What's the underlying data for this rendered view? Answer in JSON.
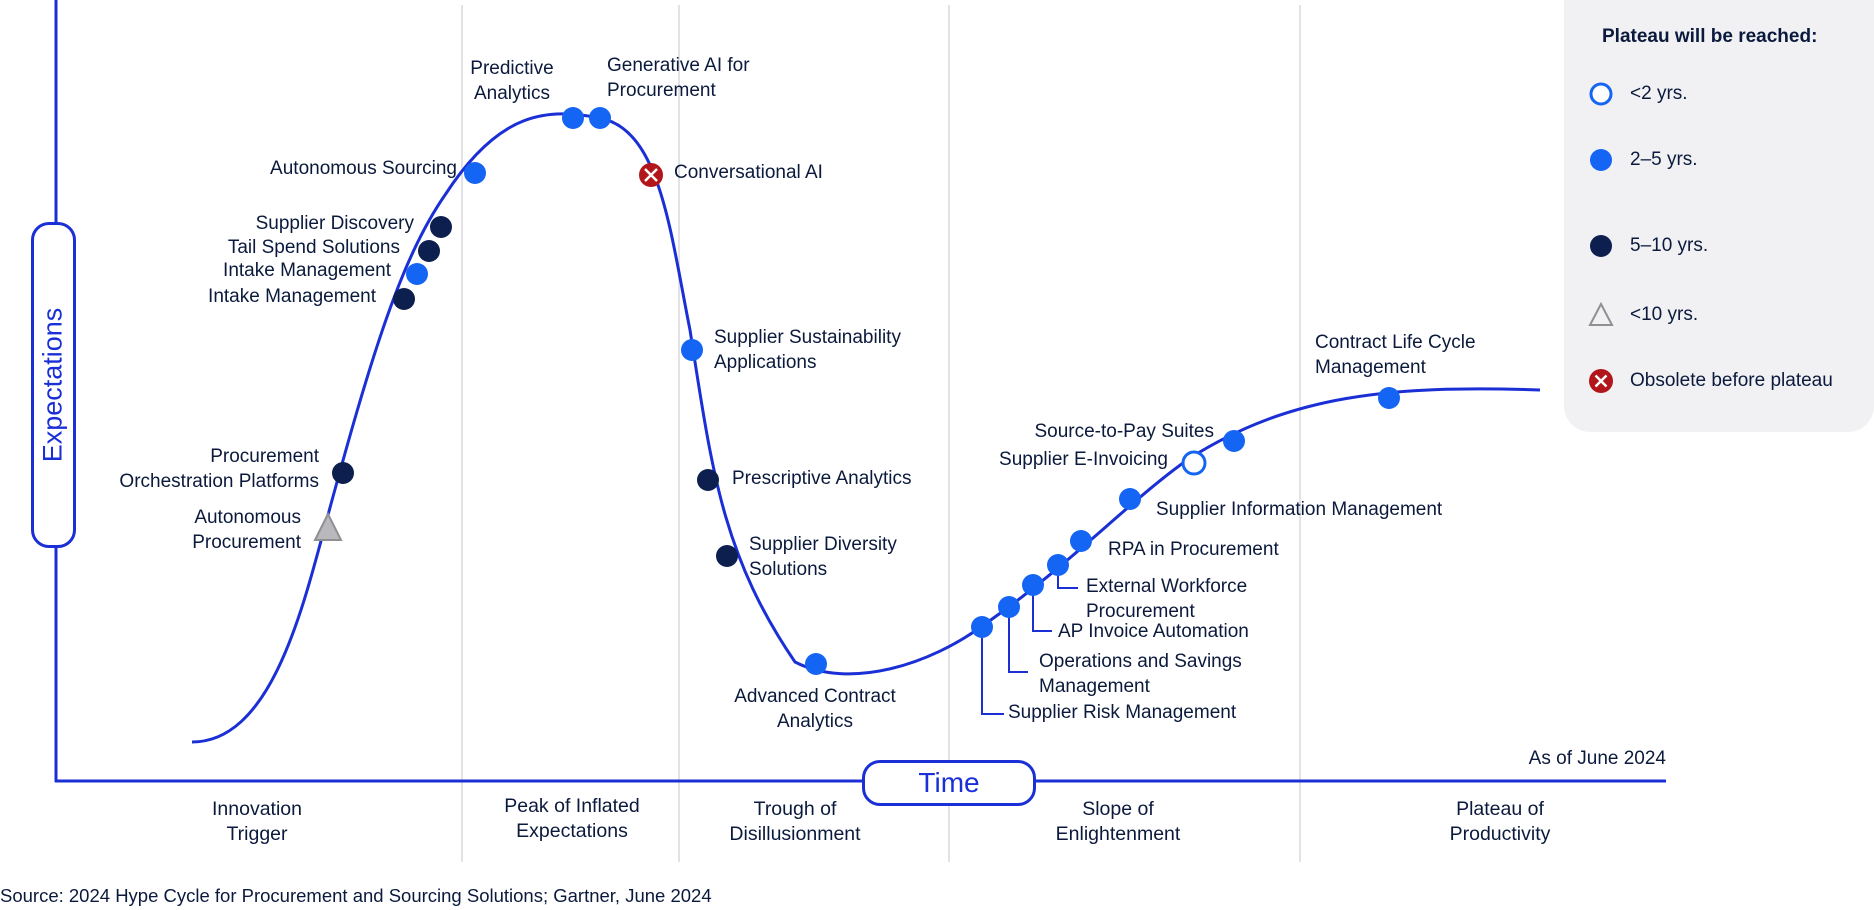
{
  "axes": {
    "y_label": "Expectations",
    "x_label": "Time",
    "as_of": "As of June 2024"
  },
  "phases": [
    "Innovation\nTrigger",
    "Peak of Inflated\nExpectations",
    "Trough of\nDisillusionment",
    "Slope of\nEnlightenment",
    "Plateau of\nProductivity"
  ],
  "source": "Source: 2024 Hype Cycle for Procurement and Sourcing Solutions; Gartner, June 2024",
  "legend": {
    "title": "Plateau will be reached:",
    "items": [
      {
        "label": "<2 yrs.",
        "symbol": "open-circle"
      },
      {
        "label": "2–5 yrs.",
        "symbol": "blue-dot"
      },
      {
        "label": "5–10 yrs.",
        "symbol": "navy-dot"
      },
      {
        "label": "<10 yrs.",
        "symbol": "gray-triangle"
      },
      {
        "label": "Obsolete before plateau",
        "symbol": "red-x"
      }
    ]
  },
  "colors": {
    "curve": "#1a2fd6",
    "blue_dot": "#1565f5",
    "navy_dot": "#0d1f4f",
    "triangle": "#b9b9bd",
    "obsolete": "#b2161b",
    "divider": "#e3e3e7",
    "legend_bg": "#f1f1f4"
  },
  "technologies": [
    {
      "name": "Autonomous\nProcurement",
      "horizon": "<10 yrs."
    },
    {
      "name": "Procurement\nOrchestration Platforms",
      "horizon": "5–10 yrs."
    },
    {
      "name": "Intake Management",
      "horizon": "5–10 yrs."
    },
    {
      "name": "Intake Management",
      "horizon": "2–5 yrs."
    },
    {
      "name": "Tail Spend Solutions",
      "horizon": "5–10 yrs."
    },
    {
      "name": "Supplier Discovery",
      "horizon": "5–10 yrs."
    },
    {
      "name": "Autonomous Sourcing",
      "horizon": "2–5 yrs."
    },
    {
      "name": "Predictive\nAnalytics",
      "horizon": "2–5 yrs."
    },
    {
      "name": "Generative AI for\nProcurement",
      "horizon": "2–5 yrs."
    },
    {
      "name": "Conversational AI",
      "horizon": "Obsolete before plateau"
    },
    {
      "name": "Supplier Sustainability\nApplications",
      "horizon": "2–5 yrs."
    },
    {
      "name": "Prescriptive Analytics",
      "horizon": "5–10 yrs."
    },
    {
      "name": "Supplier Diversity\nSolutions",
      "horizon": "5–10 yrs."
    },
    {
      "name": "Advanced Contract\nAnalytics",
      "horizon": "2–5 yrs."
    },
    {
      "name": "Supplier Risk Management",
      "horizon": "2–5 yrs."
    },
    {
      "name": "Operations and Savings\nManagement",
      "horizon": "2–5 yrs."
    },
    {
      "name": "AP Invoice Automation",
      "horizon": "2–5 yrs."
    },
    {
      "name": "External Workforce\nProcurement",
      "horizon": "2–5 yrs."
    },
    {
      "name": "RPA in Procurement",
      "horizon": "2–5 yrs."
    },
    {
      "name": "Supplier Information Management",
      "horizon": "2–5 yrs."
    },
    {
      "name": "Supplier E-Invoicing",
      "horizon": "<2 yrs."
    },
    {
      "name": "Source-to-Pay Suites",
      "horizon": "2–5 yrs."
    },
    {
      "name": "Contract Life Cycle\nManagement",
      "horizon": "2–5 yrs."
    }
  ]
}
